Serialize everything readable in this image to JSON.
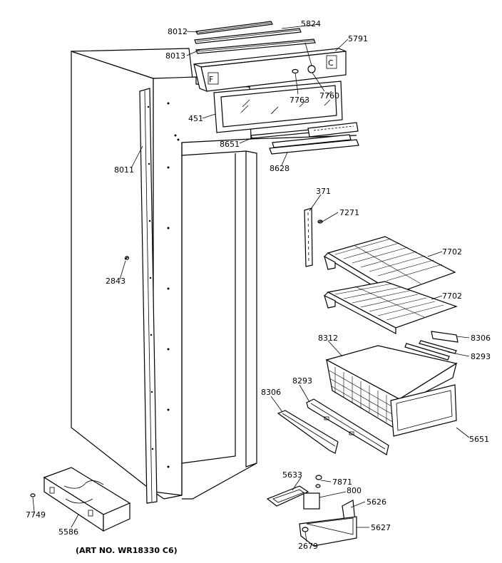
{
  "parts": {
    "p8012": "8012",
    "p5824": "5824",
    "p5791": "5791",
    "p8013": "8013",
    "p7763": "7763",
    "p7760": "7760",
    "p451": "451",
    "p8651": "8651",
    "p8628": "8628",
    "p8011": "8011",
    "p371": "371",
    "p7271": "7271",
    "p7702a": "7702",
    "p7702b": "7702",
    "p2843": "2843",
    "p8306r": "8306",
    "p8312": "8312",
    "p8293r": "8293",
    "p8293l": "8293",
    "p8306l": "8306",
    "p5651": "5651",
    "p5633": "5633",
    "p7871": "7871",
    "p800": "800",
    "p5626": "5626",
    "p5627": "5627",
    "p2679": "2679",
    "p7749": "7749",
    "p5586": "5586"
  },
  "art_no": "(ART NO. WR18330 C6)",
  "box_labels": {
    "left": "F",
    "right": "C"
  }
}
